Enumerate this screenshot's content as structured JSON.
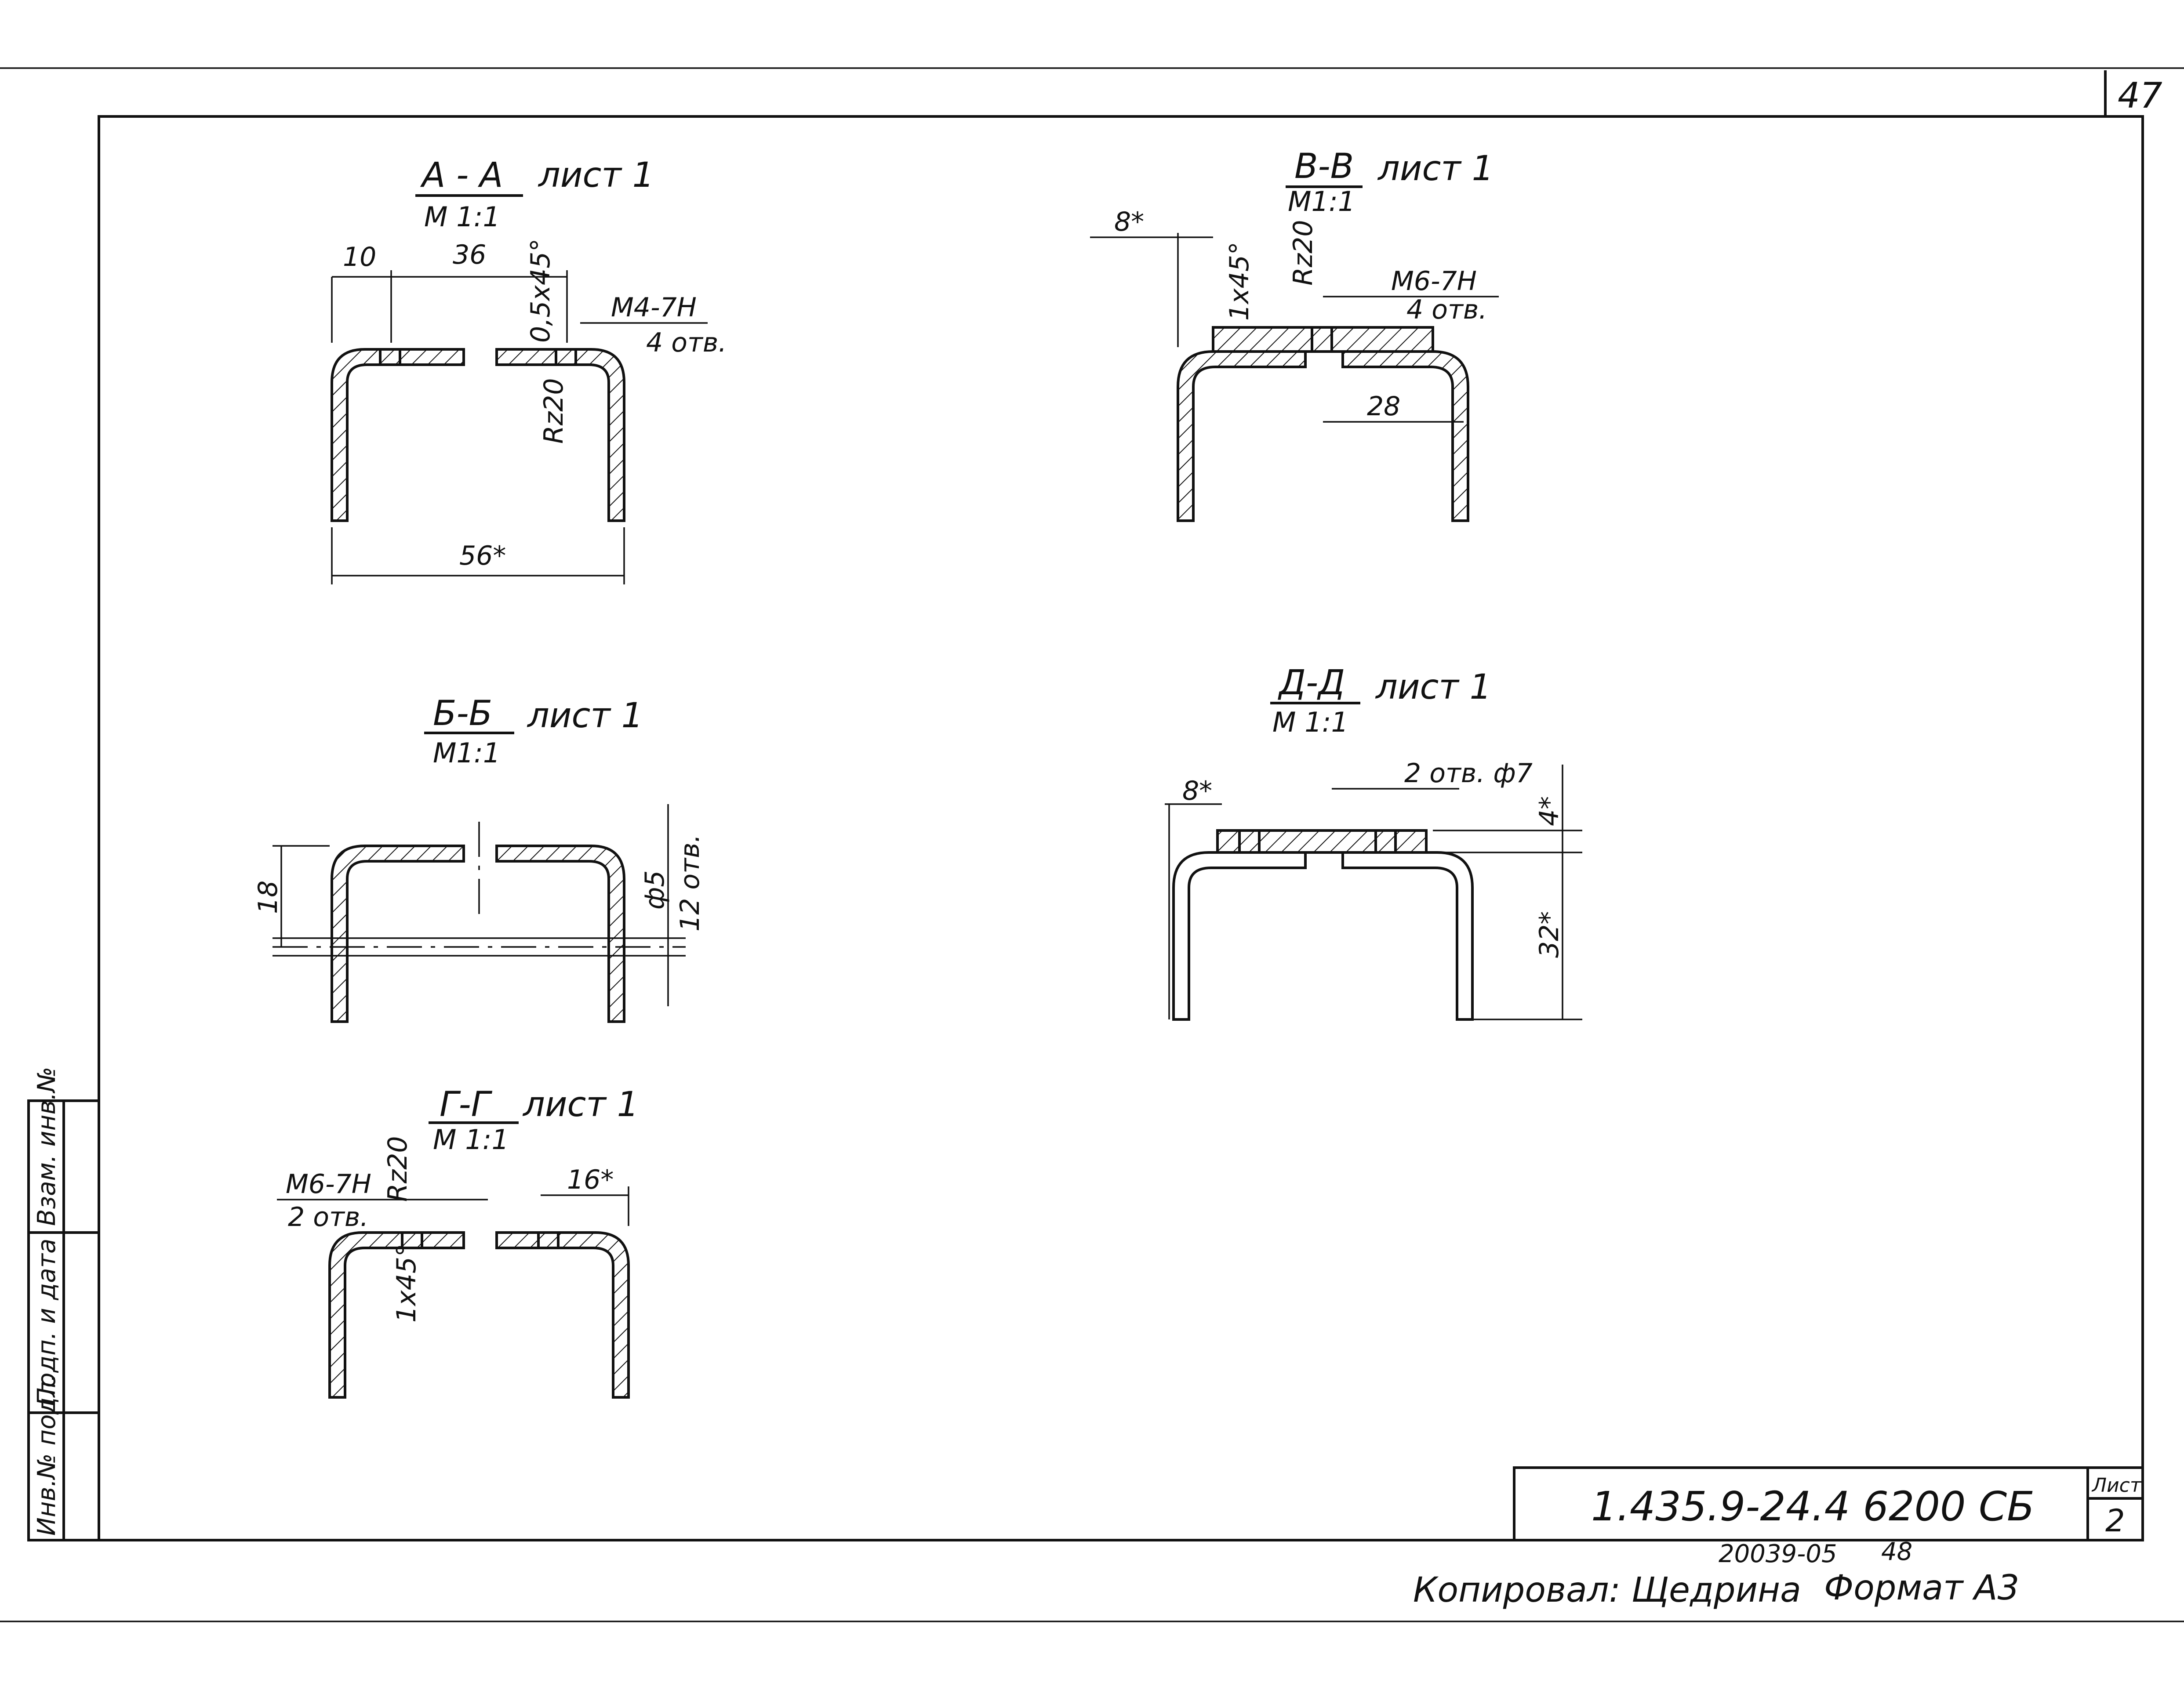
{
  "sheet": {
    "page_number": "47",
    "sheet_label": "Лист",
    "sheet_number": "2",
    "designation": "1.435.9-24.4 6200 СБ",
    "inventory": "20039-05",
    "inventory_number": "48",
    "copied_by": "Копировал: Щедрина",
    "format": "Формат А3",
    "margin": {
      "vzam": "Взам. инв.№",
      "podp": "Подп. и дата",
      "inv": "Инв.№ подл."
    }
  },
  "sections": {
    "aa": {
      "title": "А - А",
      "sheet": "лист 1",
      "scale": "М 1:1",
      "dims": {
        "d1": "10",
        "d2": "36",
        "d3": "56*",
        "chamfer": "0,5х45°",
        "thread": "М4-7Н",
        "holes": "4 отв.",
        "rough": "Rz20"
      }
    },
    "bb": {
      "title": "Б-Б",
      "sheet": "лист 1",
      "scale": "М1:1",
      "dims": {
        "height": "18",
        "diam": "ф5",
        "holes": "12 отв."
      }
    },
    "vv": {
      "title": "В-В",
      "sheet": "лист 1",
      "scale": "М1:1",
      "dims": {
        "offset": "8*",
        "chamfer": "1х45°",
        "rough": "Rz20",
        "thread": "М6-7Н",
        "holes": "4 отв.",
        "width": "28"
      }
    },
    "gg": {
      "title": "Г-Г",
      "sheet": "лист 1",
      "scale": "М 1:1",
      "dims": {
        "thread": "М6-7Н",
        "holes": "2 отв.",
        "rough": "Rz20",
        "chamfer": "1х45°",
        "width": "16*"
      }
    },
    "dd": {
      "title": "Д-Д",
      "sheet": "лист 1",
      "scale": "М 1:1",
      "dims": {
        "offset": "8*",
        "holes": "2 отв. ф7",
        "thick": "4*",
        "height": "32*"
      }
    }
  }
}
